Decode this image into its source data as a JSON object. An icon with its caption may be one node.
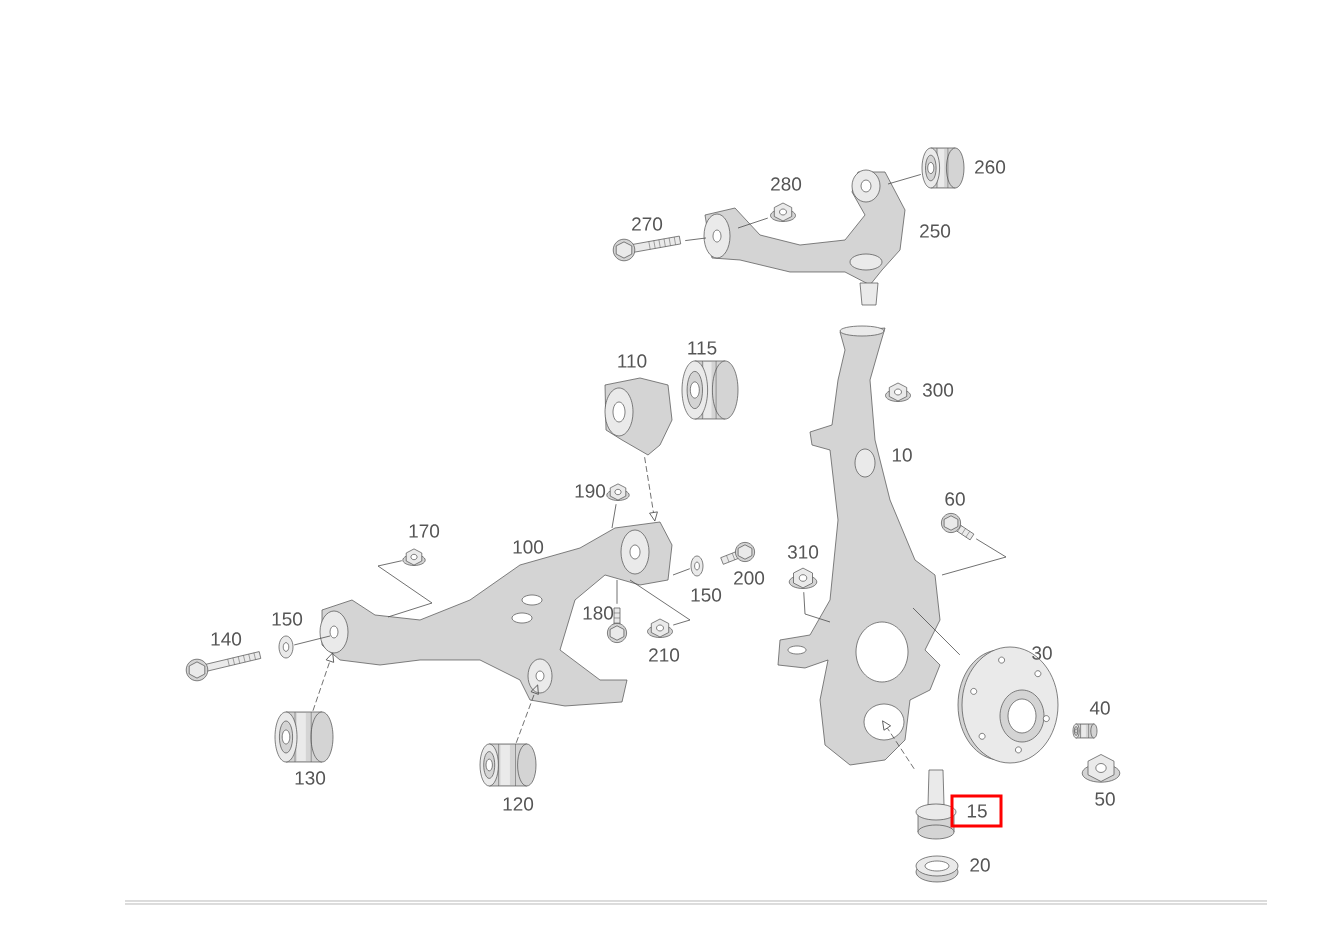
{
  "diagram": {
    "nodes": [
      {
        "text": [],
        "shape": "picture",
        "beside": [
          "250"
        ]
      },
      {
        "text": [],
        "shape": "picture",
        "beside": [
          "260"
        ]
      },
      {
        "text": [],
        "shape": "picture"
      },
      {
        "text": [],
        "shape": "picture",
        "beside": [
          "270"
        ]
      },
      {
        "text": [],
        "shape": "picture",
        "beside": [
          "110"
        ]
      },
      {
        "text": [],
        "shape": "picture",
        "beside": [
          "115"
        ]
      },
      {
        "text": [],
        "shape": "picture"
      },
      {
        "text": [],
        "shape": "picture",
        "beside": [
          "10"
        ]
      },
      {
        "text": [],
        "shape": "picture",
        "beside": [
          "190"
        ]
      },
      {
        "text": [],
        "shape": "picture",
        "beside": [
          "100"
        ]
      },
      {
        "text": [],
        "shape": "picture",
        "beside": [
          "170"
        ]
      },
      {
        "text": [],
        "shape": "picture",
        "beside": [
          "60"
        ]
      },
      {
        "text": [],
        "shape": "picture",
        "beside": [
          "310"
        ]
      },
      {
        "text": [],
        "shape": "picture",
        "beside": [
          "200"
        ]
      },
      {
        "text": [],
        "shape": "picture",
        "beside": [
          "150"
        ]
      },
      {
        "text": [],
        "shape": "picture",
        "beside": [
          "180"
        ]
      },
      {
        "text": [],
        "shape": "picture",
        "beside": [
          "210"
        ]
      },
      {
        "text": [],
        "shape": "picture",
        "beside": [
          "150"
        ]
      },
      {
        "text": [],
        "shape": "picture",
        "beside": [
          "140"
        ]
      },
      {
        "text": [],
        "shape": "picture",
        "beside": [
          "30"
        ]
      },
      {
        "text": [],
        "shape": "picture",
        "beside": [
          "40"
        ]
      },
      {
        "text": [],
        "shape": "picture",
        "beside": [
          "130"
        ]
      },
      {
        "text": [],
        "shape": "picture",
        "beside": [
          "120"
        ]
      },
      {
        "text": [],
        "shape": "picture",
        "beside": [
          "50"
        ]
      },
      {
        "text": [],
        "shape": "picture",
        "beside": [
          "15"
        ]
      },
      {
        "text": [],
        "shape": "picture",
        "beside": [
          "20"
        ]
      }
    ],
    "edges": [
      {
        "from": 1,
        "to": 0,
        "arrow": "none"
      },
      {
        "from": 2,
        "to": 0,
        "arrow": "none"
      },
      {
        "from": 3,
        "to": 0,
        "arrow": "none"
      },
      {
        "from": 4,
        "to": 9,
        "arrow": "to",
        "style": "dashed"
      },
      {
        "from": 8,
        "to": 9,
        "arrow": "none"
      },
      {
        "from": 10,
        "to": 9,
        "arrow": "none"
      },
      {
        "from": 14,
        "to": 9,
        "arrow": "none"
      },
      {
        "from": 15,
        "to": 9,
        "arrow": "none"
      },
      {
        "from": 16,
        "to": 9,
        "arrow": "none"
      },
      {
        "from": 17,
        "to": 9,
        "arrow": "none"
      },
      {
        "from": 21,
        "to": 9,
        "arrow": "to",
        "style": "dashed"
      },
      {
        "from": 22,
        "to": 9,
        "arrow": "to",
        "style": "dashed"
      },
      {
        "from": 11,
        "to": 7,
        "arrow": "none"
      },
      {
        "from": 12,
        "to": 7,
        "arrow": "none"
      },
      {
        "from": 19,
        "to": 7,
        "arrow": "none"
      },
      {
        "from": 24,
        "to": 7,
        "arrow": "to",
        "style": "dashed"
      }
    ],
    "labels": [
      "280",
      "300"
    ]
  }
}
